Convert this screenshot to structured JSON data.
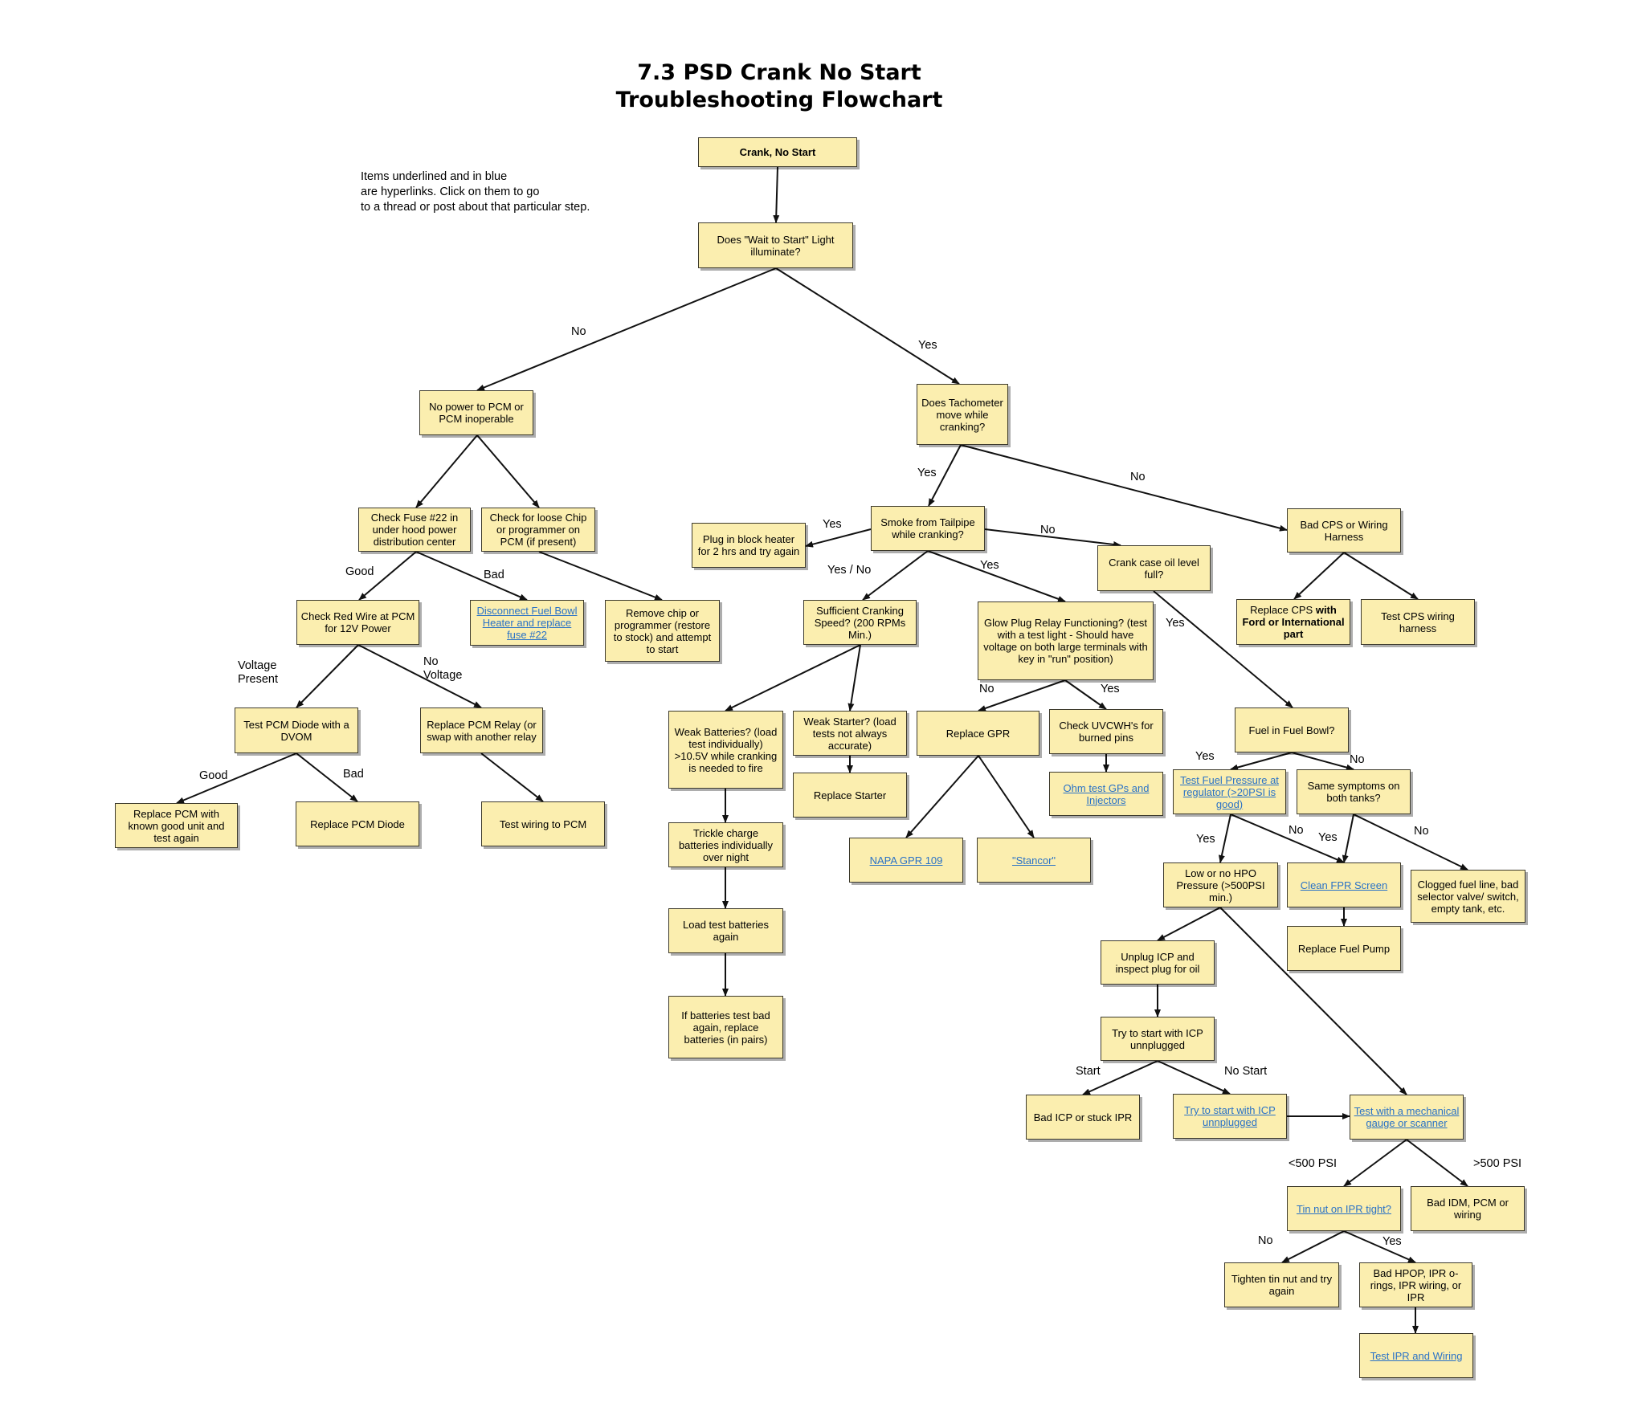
{
  "title": {
    "line1": "7.3 PSD Crank No Start",
    "line2": "Troubleshooting Flowchart"
  },
  "note": {
    "line1": "Items underlined and in blue",
    "line2": "are hyperlinks. Click on them to go",
    "line3": "to a thread or post about that particular step."
  },
  "colors": {
    "node_fill": "#fbeeaf",
    "node_border": "#3d3a2c",
    "link_text": "#2a72c6",
    "connector": "#111111"
  },
  "nodes": {
    "start": "Crank, No Start",
    "wait_light": "Does \"Wait to Start\" Light illuminate?",
    "no_power_pcm": "No power to PCM or PCM inoperable",
    "tach_move": "Does Tachometer move while cranking?",
    "check_fuse": "Check Fuse #22 in under hood power distribution center",
    "check_chip": "Check for loose Chip or programmer on PCM (if present)",
    "block_heater": "Plug in block heater for 2 hrs and try again",
    "smoke": "Smoke from Tailpipe while cranking?",
    "crank_oil": "Crank case oil level full?",
    "bad_cps": "Bad CPS or Wiring Harness",
    "red_wire": "Check Red Wire at PCM for 12V Power",
    "disconnect_fuel_bowl": "Disconnect Fuel Bowl Heater and replace fuse #22",
    "remove_chip": "Remove chip or programmer (restore to stock) and attempt to start",
    "cranking_speed": "Sufficient Cranking Speed? (200 RPMs Min.)",
    "glow_plug_relay": "Glow Plug Relay Functioning? (test with a test light - Should have voltage on both large terminals with key in \"run\" position)",
    "replace_cps_pre": "Replace CPS ",
    "replace_cps_bold": "with Ford or International part",
    "test_cps_wiring": "Test CPS wiring harness",
    "test_pcm_diode": "Test PCM Diode with a DVOM",
    "replace_pcm_relay": "Replace PCM Relay (or swap with another relay",
    "weak_batteries": "Weak Batteries? (load test individually) >10.5V while cranking is needed to fire",
    "weak_starter": "Weak Starter? (load tests not always accurate)",
    "replace_gpr": "Replace GPR",
    "check_uvcwh": "Check UVCWH's for burned pins",
    "fuel_in_bowl": "Fuel in Fuel Bowl?",
    "replace_pcm": "Replace PCM with known good unit and test again",
    "replace_pcm_diode": "Replace PCM Diode",
    "test_wiring_pcm": "Test wiring to PCM",
    "replace_starter": "Replace Starter",
    "ohm_test": "Ohm test GPs and Injectors",
    "test_fuel_pressure": "Test Fuel Pressure at regulator (>20PSI is good)",
    "same_symptoms": "Same symptoms on both tanks?",
    "trickle_charge": "Trickle charge batteries individually over night",
    "napa_gpr": "NAPA GPR 109",
    "stancor": "\"Stancor\"",
    "low_hpo": "Low or no HPO Pressure (>500PSI min.)",
    "clean_fpr": "Clean FPR Screen",
    "clogged_fuel": "Clogged fuel line, bad selector valve/ switch, empty tank, etc.",
    "load_test_again": "Load test batteries again",
    "replace_fuel_pump": "Replace Fuel Pump",
    "unplug_icp": "Unplug ICP and inspect plug for oil",
    "replace_batteries": "If batteries test bad again, replace batteries (in pairs)",
    "try_start_icp": "Try to start with ICP unnplugged",
    "bad_icp": "Bad ICP or stuck IPR",
    "try_start_icp_link": "Try to start with ICP unnplugged",
    "test_mech_gauge": "Test with a mechanical gauge or scanner",
    "tin_nut": "Tin nut on IPR tight?",
    "bad_idm": "Bad IDM, PCM or wiring",
    "tighten_tin_nut": "Tighten tin nut and try again",
    "bad_hpop": "Bad HPOP, IPR o-rings, IPR wiring, or IPR",
    "test_ipr_wiring": "Test IPR and Wiring"
  },
  "edge_labels": {
    "wait_no": "No",
    "wait_yes": "Yes",
    "tach_yes": "Yes",
    "tach_no": "No",
    "smoke_yes": "Yes",
    "smoke_no": "No",
    "smoke_yes_no": "Yes / No",
    "smoke_yes2": "Yes",
    "fuse_good": "Good",
    "fuse_bad": "Bad",
    "voltage_present_1": "Voltage",
    "voltage_present_2": "Present",
    "no_voltage_1": "No",
    "no_voltage_2": "Voltage",
    "oil_yes": "Yes",
    "gpr_no": "No",
    "gpr_yes": "Yes",
    "diode_good": "Good",
    "diode_bad": "Bad",
    "bowl_yes": "Yes",
    "bowl_no": "No",
    "pressure_yes": "Yes",
    "pressure_no": "No",
    "symptoms_yes": "Yes",
    "symptoms_no": "No",
    "icp_start": "Start",
    "icp_no_start": "No Start",
    "psi_low": "<500 PSI",
    "psi_high": ">500 PSI",
    "tin_no": "No",
    "tin_yes": "Yes"
  }
}
